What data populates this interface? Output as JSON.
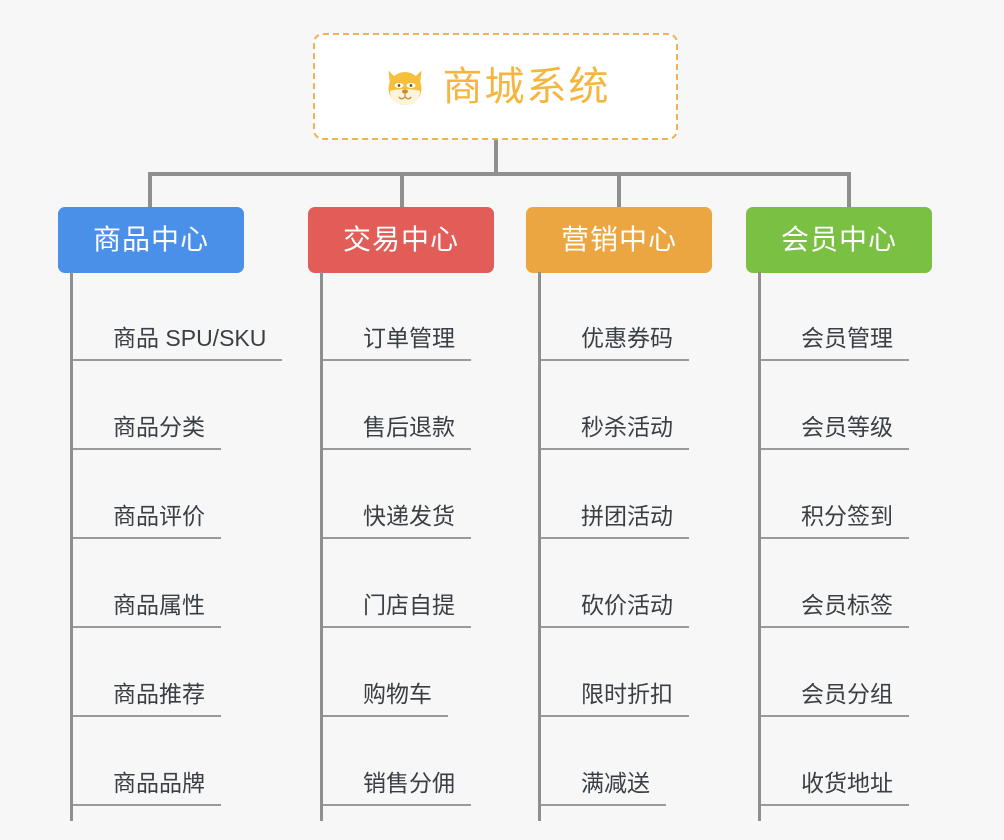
{
  "page": {
    "background_color": "#f7f7f7",
    "type": "mindmap"
  },
  "root": {
    "title": "商城系统",
    "icon": "dog-face-icon",
    "icon_glyph": "🐶",
    "text_color": "#f5b63f",
    "border_color": "#f0b254",
    "background_color": "#ffffff"
  },
  "connector": {
    "color": "#8f8f8f"
  },
  "categories": [
    {
      "label": "商品中心",
      "color": "#4a90e8",
      "items": [
        "商品 SPU/SKU",
        "商品分类",
        "商品评价",
        "商品属性",
        "商品推荐",
        "商品品牌"
      ]
    },
    {
      "label": "交易中心",
      "color": "#e25c58",
      "items": [
        "订单管理",
        "售后退款",
        "快递发货",
        "门店自提",
        "购物车",
        "销售分佣"
      ]
    },
    {
      "label": "营销中心",
      "color": "#eba641",
      "items": [
        "优惠券码",
        "秒杀活动",
        "拼团活动",
        "砍价活动",
        "限时折扣",
        "满减送"
      ]
    },
    {
      "label": "会员中心",
      "color": "#7ac143",
      "items": [
        "会员管理",
        "会员等级",
        "积分签到",
        "会员标签",
        "会员分组",
        "收货地址"
      ]
    }
  ]
}
